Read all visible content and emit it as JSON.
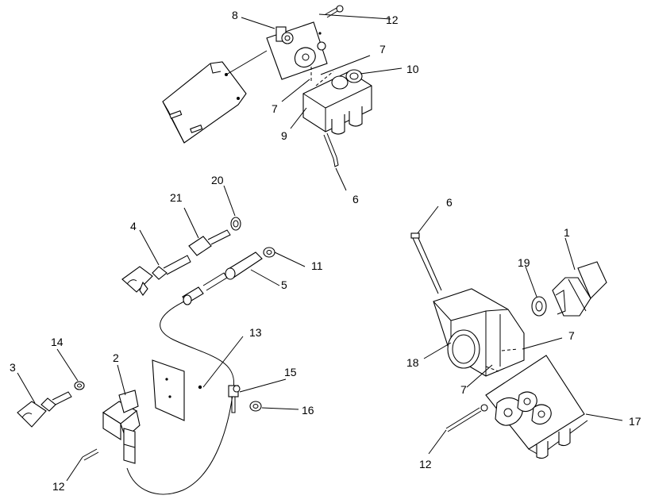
{
  "callouts": {
    "c8": "8",
    "c12a": "12",
    "c7a": "7",
    "c10": "10",
    "c7b": "7",
    "c9": "9",
    "c6a": "6",
    "c20": "20",
    "c21": "21",
    "c4": "4",
    "c11": "11",
    "c5": "5",
    "c6b": "6",
    "c1": "1",
    "c19": "19",
    "c18": "18",
    "c7c": "7",
    "c7d": "7",
    "c17": "17",
    "c12c": "12",
    "c14": "14",
    "c3": "3",
    "c2": "2",
    "c13": "13",
    "c15": "15",
    "c16": "16",
    "c12b": "12"
  }
}
